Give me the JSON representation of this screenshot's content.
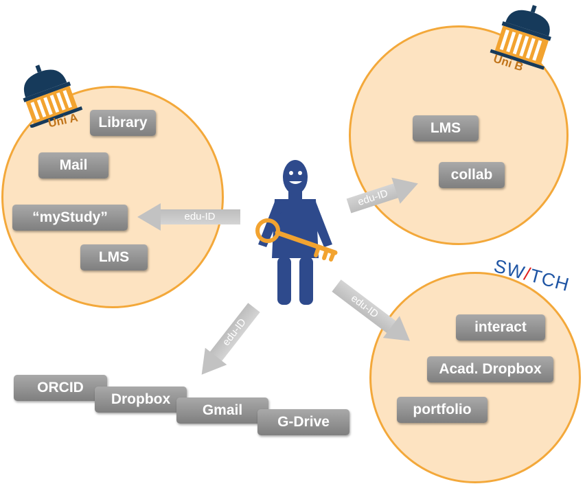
{
  "uni_a": {
    "label": "Uni A",
    "services": [
      "Library",
      "Mail",
      "“myStudy”",
      "LMS"
    ]
  },
  "uni_b": {
    "label": "Uni B",
    "services": [
      "LMS",
      "collab"
    ]
  },
  "switch": {
    "logo_pre": "SW",
    "logo_post": "TCH",
    "services": [
      "interact",
      "Acad. Dropbox",
      "portfolio"
    ]
  },
  "external": {
    "services": [
      "ORCID",
      "Dropbox",
      "Gmail",
      "G-Drive"
    ]
  },
  "arrows": {
    "to_uni_a": "edu-ID",
    "to_uni_b": "edu-ID",
    "to_switch": "edu-ID",
    "to_external": "edu-ID"
  },
  "colors": {
    "circle_fill": "#fde3c1",
    "circle_border": "#f3a83a",
    "person": "#2e4a8c",
    "key": "#f2a330",
    "button": "#8f8f8f",
    "dome": "#163a5b"
  }
}
